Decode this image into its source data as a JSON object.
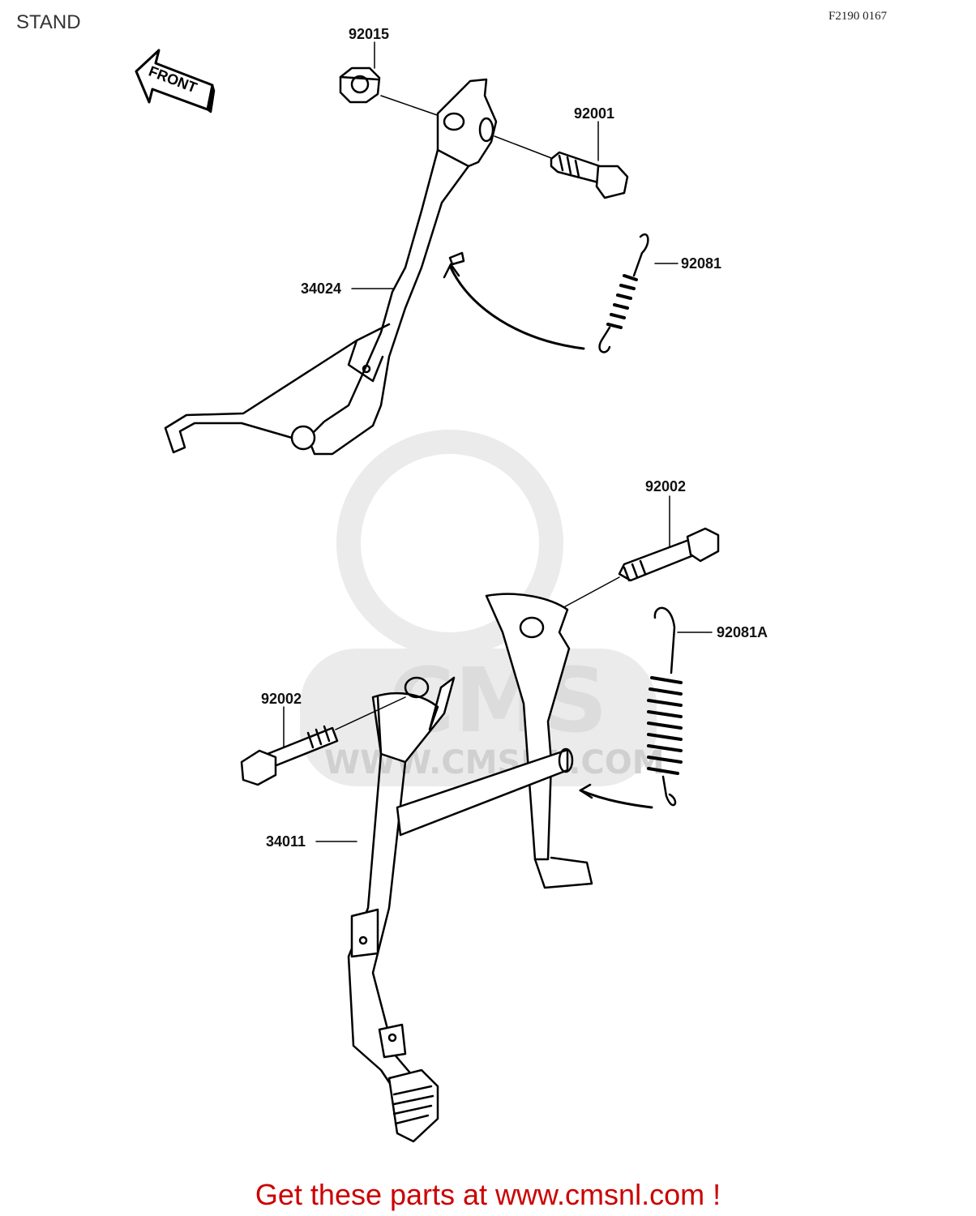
{
  "header": {
    "title": "STAND",
    "diagram_code": "F2190 0167"
  },
  "front_arrow": {
    "label": "FRONT"
  },
  "parts": [
    {
      "number": "92015"
    },
    {
      "number": "92001"
    },
    {
      "number": "92081"
    },
    {
      "number": "34024"
    },
    {
      "number": "92002"
    },
    {
      "number": "92081A"
    },
    {
      "number": "92002"
    },
    {
      "number": "34011"
    }
  ],
  "watermark": {
    "brand": "CMS",
    "url": "WWW.CMSNL.COM"
  },
  "footer": {
    "link_text": "Get these parts at www.cmsnl.com !"
  },
  "colors": {
    "footer": "#cc0000",
    "linework": "#000000",
    "watermark": "#e6e6e6"
  }
}
